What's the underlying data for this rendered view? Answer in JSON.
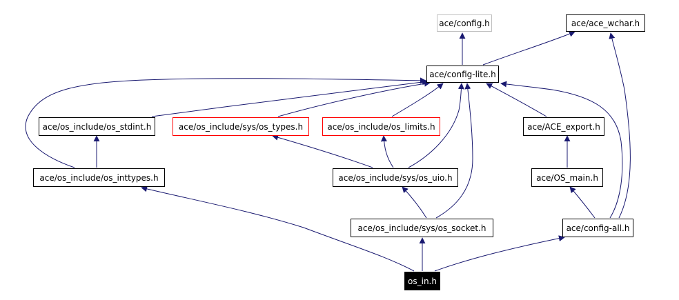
{
  "graph": {
    "edge_color": "#191970",
    "nodes": [
      {
        "id": "config",
        "label": "ace/config.h",
        "style": "gray-border"
      },
      {
        "id": "wchar",
        "label": "ace/ace_wchar.h",
        "style": "normal"
      },
      {
        "id": "lite",
        "label": "ace/config-lite.h",
        "style": "normal"
      },
      {
        "id": "stdint",
        "label": "ace/os_include/os_stdint.h",
        "style": "normal"
      },
      {
        "id": "types",
        "label": "ace/os_include/sys/os_types.h",
        "style": "red-border"
      },
      {
        "id": "limits",
        "label": "ace/os_include/os_limits.h",
        "style": "red-border"
      },
      {
        "id": "export",
        "label": "ace/ACE_export.h",
        "style": "normal"
      },
      {
        "id": "inttypes",
        "label": "ace/os_include/os_inttypes.h",
        "style": "normal"
      },
      {
        "id": "uio",
        "label": "ace/os_include/sys/os_uio.h",
        "style": "normal"
      },
      {
        "id": "osmain",
        "label": "ace/OS_main.h",
        "style": "normal"
      },
      {
        "id": "socket",
        "label": "ace/os_include/sys/os_socket.h",
        "style": "normal"
      },
      {
        "id": "all",
        "label": "ace/config-all.h",
        "style": "normal"
      },
      {
        "id": "osin",
        "label": "os_in.h",
        "style": "highlighted"
      }
    ],
    "edges": [
      {
        "from": "lite",
        "to": "config"
      },
      {
        "from": "lite",
        "to": "wchar"
      },
      {
        "from": "stdint",
        "to": "lite"
      },
      {
        "from": "types",
        "to": "lite"
      },
      {
        "from": "limits",
        "to": "lite"
      },
      {
        "from": "export",
        "to": "lite"
      },
      {
        "from": "inttypes",
        "to": "lite"
      },
      {
        "from": "inttypes",
        "to": "stdint"
      },
      {
        "from": "uio",
        "to": "types"
      },
      {
        "from": "uio",
        "to": "limits"
      },
      {
        "from": "uio",
        "to": "lite"
      },
      {
        "from": "osmain",
        "to": "export"
      },
      {
        "from": "socket",
        "to": "uio"
      },
      {
        "from": "socket",
        "to": "lite"
      },
      {
        "from": "all",
        "to": "osmain"
      },
      {
        "from": "all",
        "to": "lite"
      },
      {
        "from": "all",
        "to": "wchar"
      },
      {
        "from": "osin",
        "to": "inttypes"
      },
      {
        "from": "osin",
        "to": "socket"
      },
      {
        "from": "osin",
        "to": "all"
      }
    ]
  }
}
